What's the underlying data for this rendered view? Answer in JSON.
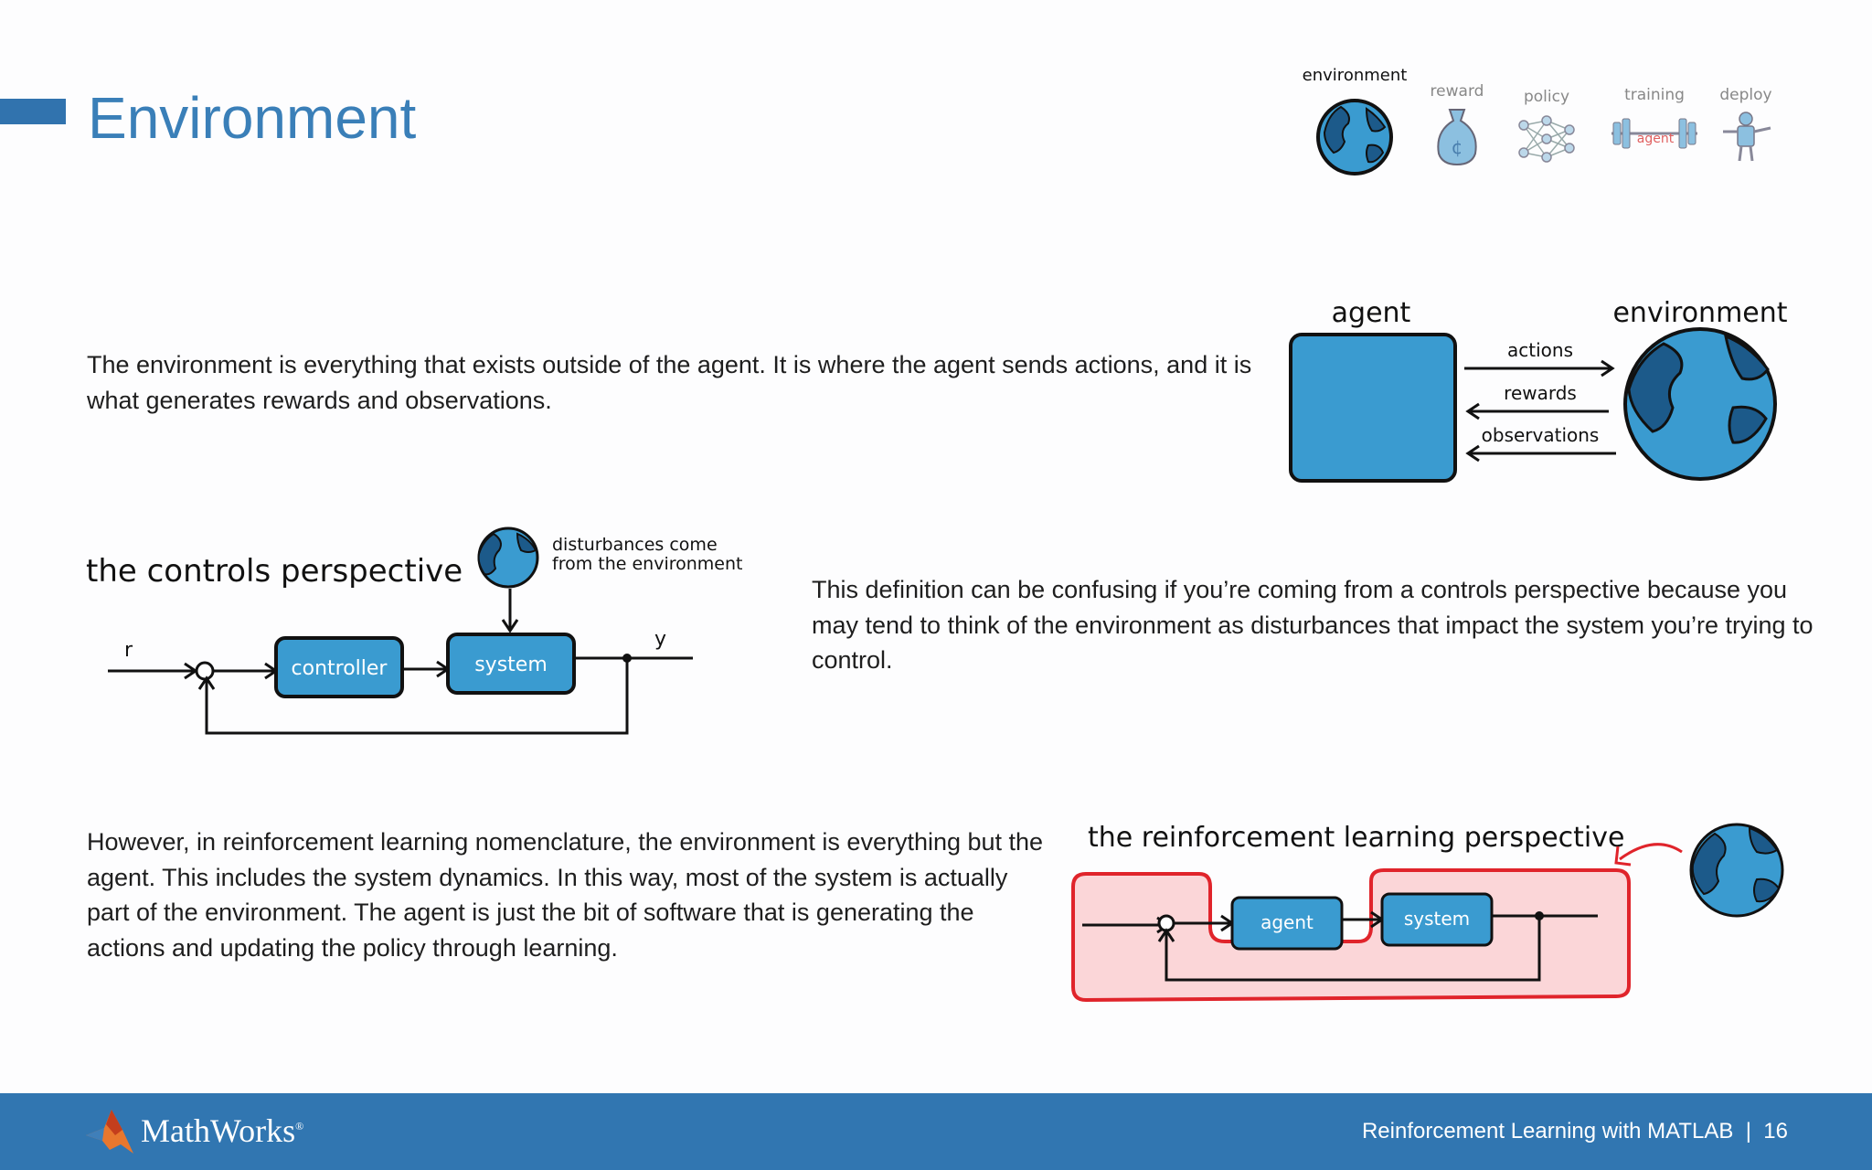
{
  "header": {
    "title": "Environment"
  },
  "nav": {
    "items": [
      {
        "label": "environment",
        "icon": "earth-icon",
        "active": true
      },
      {
        "label": "reward",
        "icon": "money-bag-icon",
        "active": false
      },
      {
        "label": "policy",
        "icon": "neural-network-icon",
        "active": false
      },
      {
        "label": "training",
        "icon": "barbell-icon",
        "active": false
      },
      {
        "label": "deploy",
        "icon": "robot-icon",
        "active": false
      }
    ],
    "training_badge": "agent"
  },
  "intro": {
    "text": "The environment is everything that exists outside of the agent. It is where the agent sends actions, and it is what generates rewards and observations."
  },
  "agent_env_diagram": {
    "agent_label": "agent",
    "environment_label": "environment",
    "arrows": [
      "actions",
      "rewards",
      "observations"
    ]
  },
  "controls": {
    "heading": "the controls perspective",
    "disturbance_note_line1": "disturbances come",
    "disturbance_note_line2": "from the environment",
    "input_label": "r",
    "output_label": "y",
    "controller_label": "controller",
    "system_label": "system",
    "text": "This definition can be confusing if you’re coming from a controls perspective because you may tend to think of the environment as disturbances that impact the system you’re trying to control."
  },
  "rl": {
    "heading": "the reinforcement learning perspective",
    "agent_label": "agent",
    "system_label": "system",
    "text": "However, in reinforcement learning nomenclature, the environment is everything but the agent. This includes the system dynamics. In this way, most of the system is actually part of the environment. The agent is just the bit of software that is generating the actions and updating the policy through learning."
  },
  "colors": {
    "accent_blue": "#3a9bd0",
    "dark_blue": "#1c5a8a",
    "footer_blue": "#3176b1",
    "highlight_red": "#e0242b",
    "highlight_fill": "#fbd6d8"
  },
  "footer": {
    "brand": "MathWorks",
    "course": "Reinforcement Learning with MATLAB",
    "page_number": "16"
  }
}
